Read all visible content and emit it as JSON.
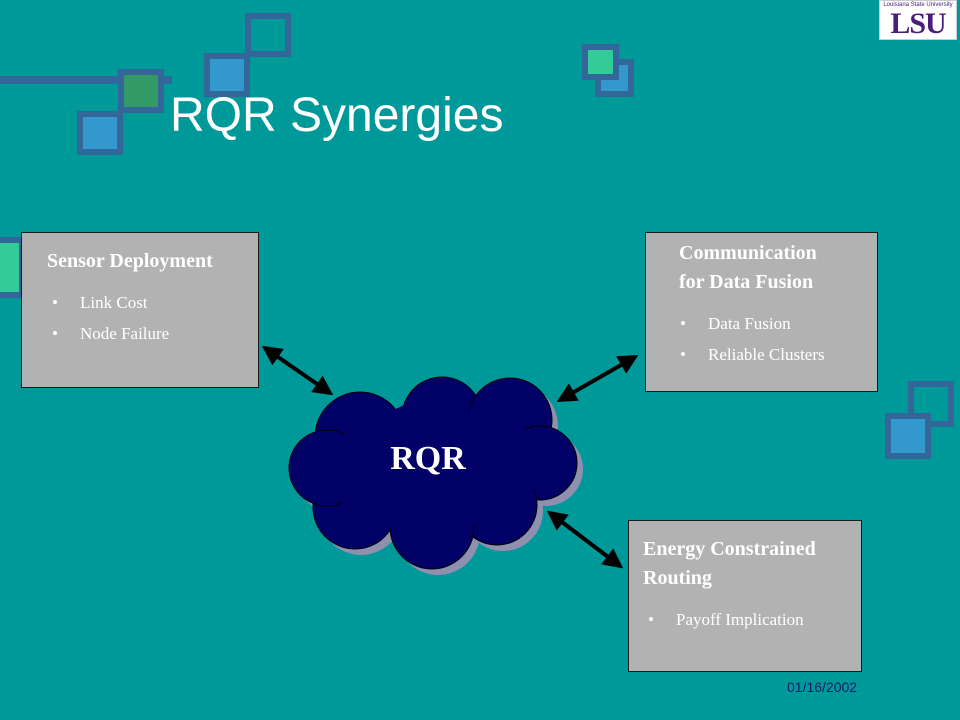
{
  "slide": {
    "title": "RQR Synergies",
    "date": "01/16/2002"
  },
  "logo": {
    "university": "Louisiana State University",
    "wordmark": "LSU",
    "color": "#4b1d7a"
  },
  "cloud": {
    "label": "RQR",
    "color": "#000066"
  },
  "boxes": {
    "sensor": {
      "title": "Sensor Deployment",
      "items": [
        "Link Cost",
        "Node Failure"
      ]
    },
    "comm": {
      "title_line1": "Communication",
      "title_line2": "for Data Fusion",
      "items": [
        "Data Fusion",
        "Reliable Clusters"
      ]
    },
    "energy": {
      "title_line1": "Energy Constrained",
      "title_line2": "Routing",
      "items": [
        "Payoff Implication"
      ]
    }
  },
  "colors": {
    "background": "#009999",
    "box_fill": "#b2b2b2",
    "deco_square_dark": "#336699",
    "deco_square_blue": "#3399cc",
    "deco_square_green": "#339966",
    "deco_square_aqua": "#33cc99"
  }
}
